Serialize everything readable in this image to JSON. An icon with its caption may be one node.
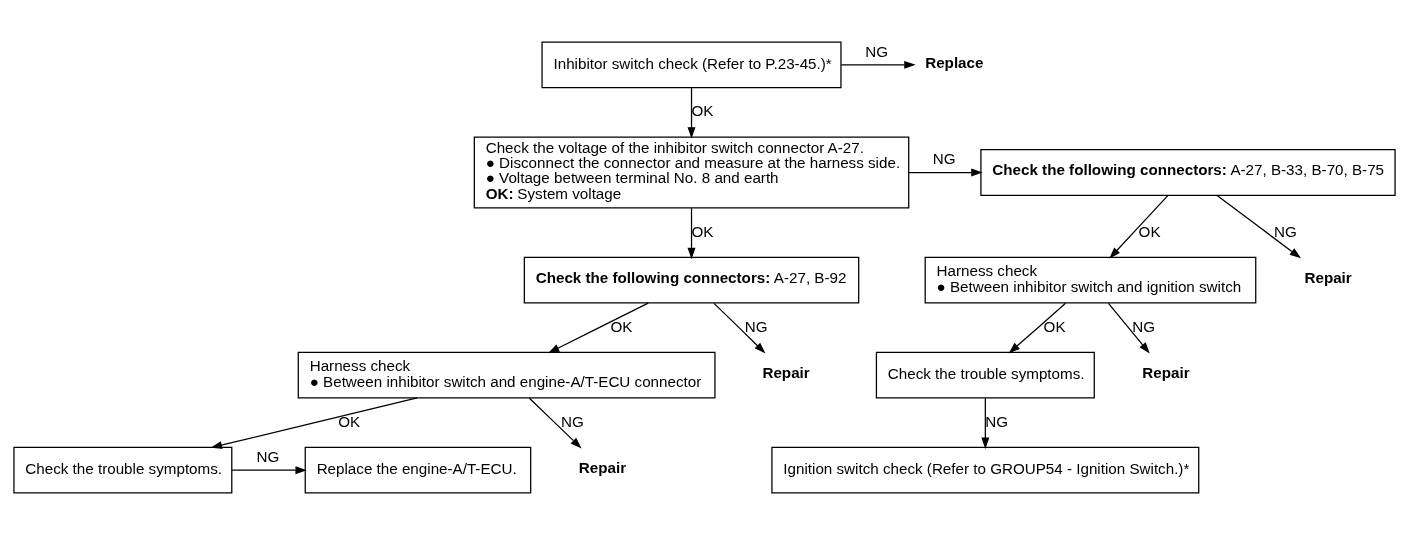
{
  "diagram": {
    "nodes": [
      {
        "text": [
          "Inhibitor switch check (Refer to P.23-45.)*"
        ]
      },
      {
        "text": [
          "**Replace**"
        ]
      },
      {
        "text": [
          "Check the voltage of the inhibitor switch connector A-27.",
          "● Disconnect the connector and measure at the harness side.",
          "● Voltage between terminal No. 8 and earth",
          "**OK:** System voltage"
        ]
      },
      {
        "text": [
          "**Check the following connectors:** A-27, B-92"
        ]
      },
      {
        "text": [
          "**Repair**"
        ]
      },
      {
        "text": [
          "Harness check",
          "● Between inhibitor switch and engine-A/T-ECU connector"
        ]
      },
      {
        "text": [
          "**Repair**"
        ]
      },
      {
        "text": [
          "Check the trouble symptoms."
        ]
      },
      {
        "text": [
          "**Check the following connectors:** A-27, B-33, B-70, B-75"
        ]
      },
      {
        "text": [
          "**Repair**"
        ]
      },
      {
        "text": [
          "Harness check",
          "● Between inhibitor switch and ignition switch"
        ]
      },
      {
        "text": [
          "**Repair**"
        ]
      },
      {
        "text": [
          "Check the trouble symptoms."
        ]
      },
      {
        "text": [
          "Ignition switch check (Refer to GROUP54 - Ignition Switch.)*"
        ]
      },
      {
        "text": [
          "Replace the engine-A/T-ECU."
        ]
      }
    ],
    "edges": [
      {
        "from": 0,
        "to": 1,
        "arrow": "to",
        "label": "NG"
      },
      {
        "from": 0,
        "to": 2,
        "arrow": "to",
        "label": "OK"
      },
      {
        "from": 2,
        "to": 8,
        "arrow": "to",
        "label": "NG"
      },
      {
        "from": 2,
        "to": 3,
        "arrow": "to",
        "label": "OK"
      },
      {
        "from": 3,
        "to": 5,
        "arrow": "to",
        "label": "OK"
      },
      {
        "from": 3,
        "to": 4,
        "arrow": "to",
        "label": "NG"
      },
      {
        "from": 5,
        "to": 7,
        "arrow": "to",
        "label": "OK"
      },
      {
        "from": 5,
        "to": 6,
        "arrow": "to",
        "label": "NG"
      },
      {
        "from": 7,
        "to": 14,
        "arrow": "to",
        "label": "NG"
      },
      {
        "from": 8,
        "to": 10,
        "arrow": "to",
        "label": "OK"
      },
      {
        "from": 8,
        "to": 9,
        "arrow": "to",
        "label": "NG"
      },
      {
        "from": 10,
        "to": 12,
        "arrow": "to",
        "label": "OK"
      },
      {
        "from": 10,
        "to": 11,
        "arrow": "to",
        "label": "NG"
      },
      {
        "from": 12,
        "to": 13,
        "arrow": "to",
        "label": "NG"
      }
    ]
  }
}
